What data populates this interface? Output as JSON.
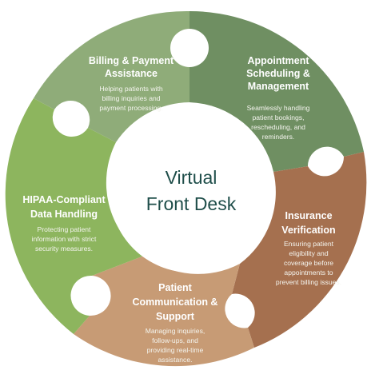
{
  "colors": {
    "billing": "#8fac79",
    "scheduling": "#6f8f62",
    "insurance": "#a5704f",
    "communication": "#c79b75",
    "hipaa": "#8db55e",
    "center_text": "#1f4e4a",
    "background": "#ffffff"
  },
  "center": {
    "title_line1": "Virtual",
    "title_line2": "Front Desk"
  },
  "segments": {
    "billing": {
      "title_line1": "Billing & Payment",
      "title_line2": "Assistance",
      "desc_line1": "Helping patients with",
      "desc_line2": "billing inquiries and",
      "desc_line3": "payment processing."
    },
    "scheduling": {
      "title_line1": "Appointment",
      "title_line2": "Scheduling &",
      "title_line3": "Management",
      "desc_line1": "Seamlessly handling",
      "desc_line2": "patient bookings,",
      "desc_line3": "rescheduling, and",
      "desc_line4": "reminders."
    },
    "insurance": {
      "title_line1": "Insurance",
      "title_line2": "Verification",
      "desc_line1": "Ensuring patient",
      "desc_line2": "eligibility and",
      "desc_line3": "coverage before",
      "desc_line4": "appointments to",
      "desc_line5": "prevent billing issues."
    },
    "communication": {
      "title_line1": "Patient",
      "title_line2": "Communication &",
      "title_line3": "Support",
      "desc_line1": "Managing inquiries,",
      "desc_line2": "follow-ups, and",
      "desc_line3": "providing real-time",
      "desc_line4": "assistance."
    },
    "hipaa": {
      "title_line1": "HIPAA-Compliant",
      "title_line2": "Data Handling",
      "desc_line1": "Protecting patient",
      "desc_line2": "information with strict",
      "desc_line3": "security measures."
    }
  }
}
